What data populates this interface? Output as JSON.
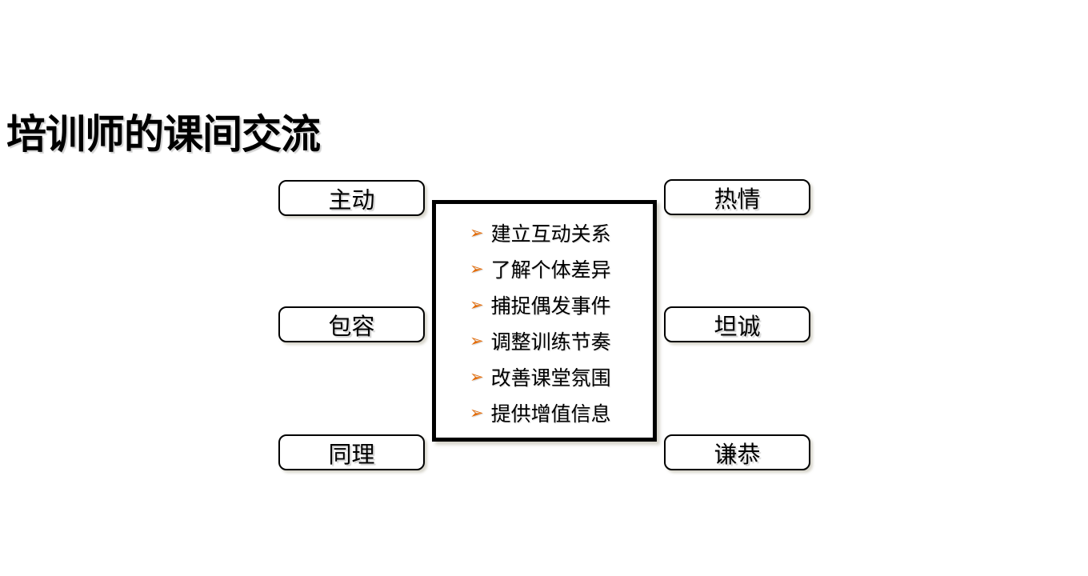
{
  "slide": {
    "title": "培训师的课间交流",
    "colors": {
      "background": "#FFFFFF",
      "text": "#000000",
      "border": "#000000",
      "bullet_orange": "#E36C09"
    },
    "center_box": {
      "bullet_glyph": "➢",
      "bullets": [
        "建立互动关系",
        "了解个体差异",
        "捕捉偶发事件",
        "调整训练节奏",
        "改善课堂氛围",
        "提供增值信息"
      ]
    },
    "left_traits": [
      {
        "label": "主动"
      },
      {
        "label": "包容"
      },
      {
        "label": "同理"
      }
    ],
    "right_traits": [
      {
        "label": "热情"
      },
      {
        "label": "坦诚"
      },
      {
        "label": "谦恭"
      }
    ]
  }
}
